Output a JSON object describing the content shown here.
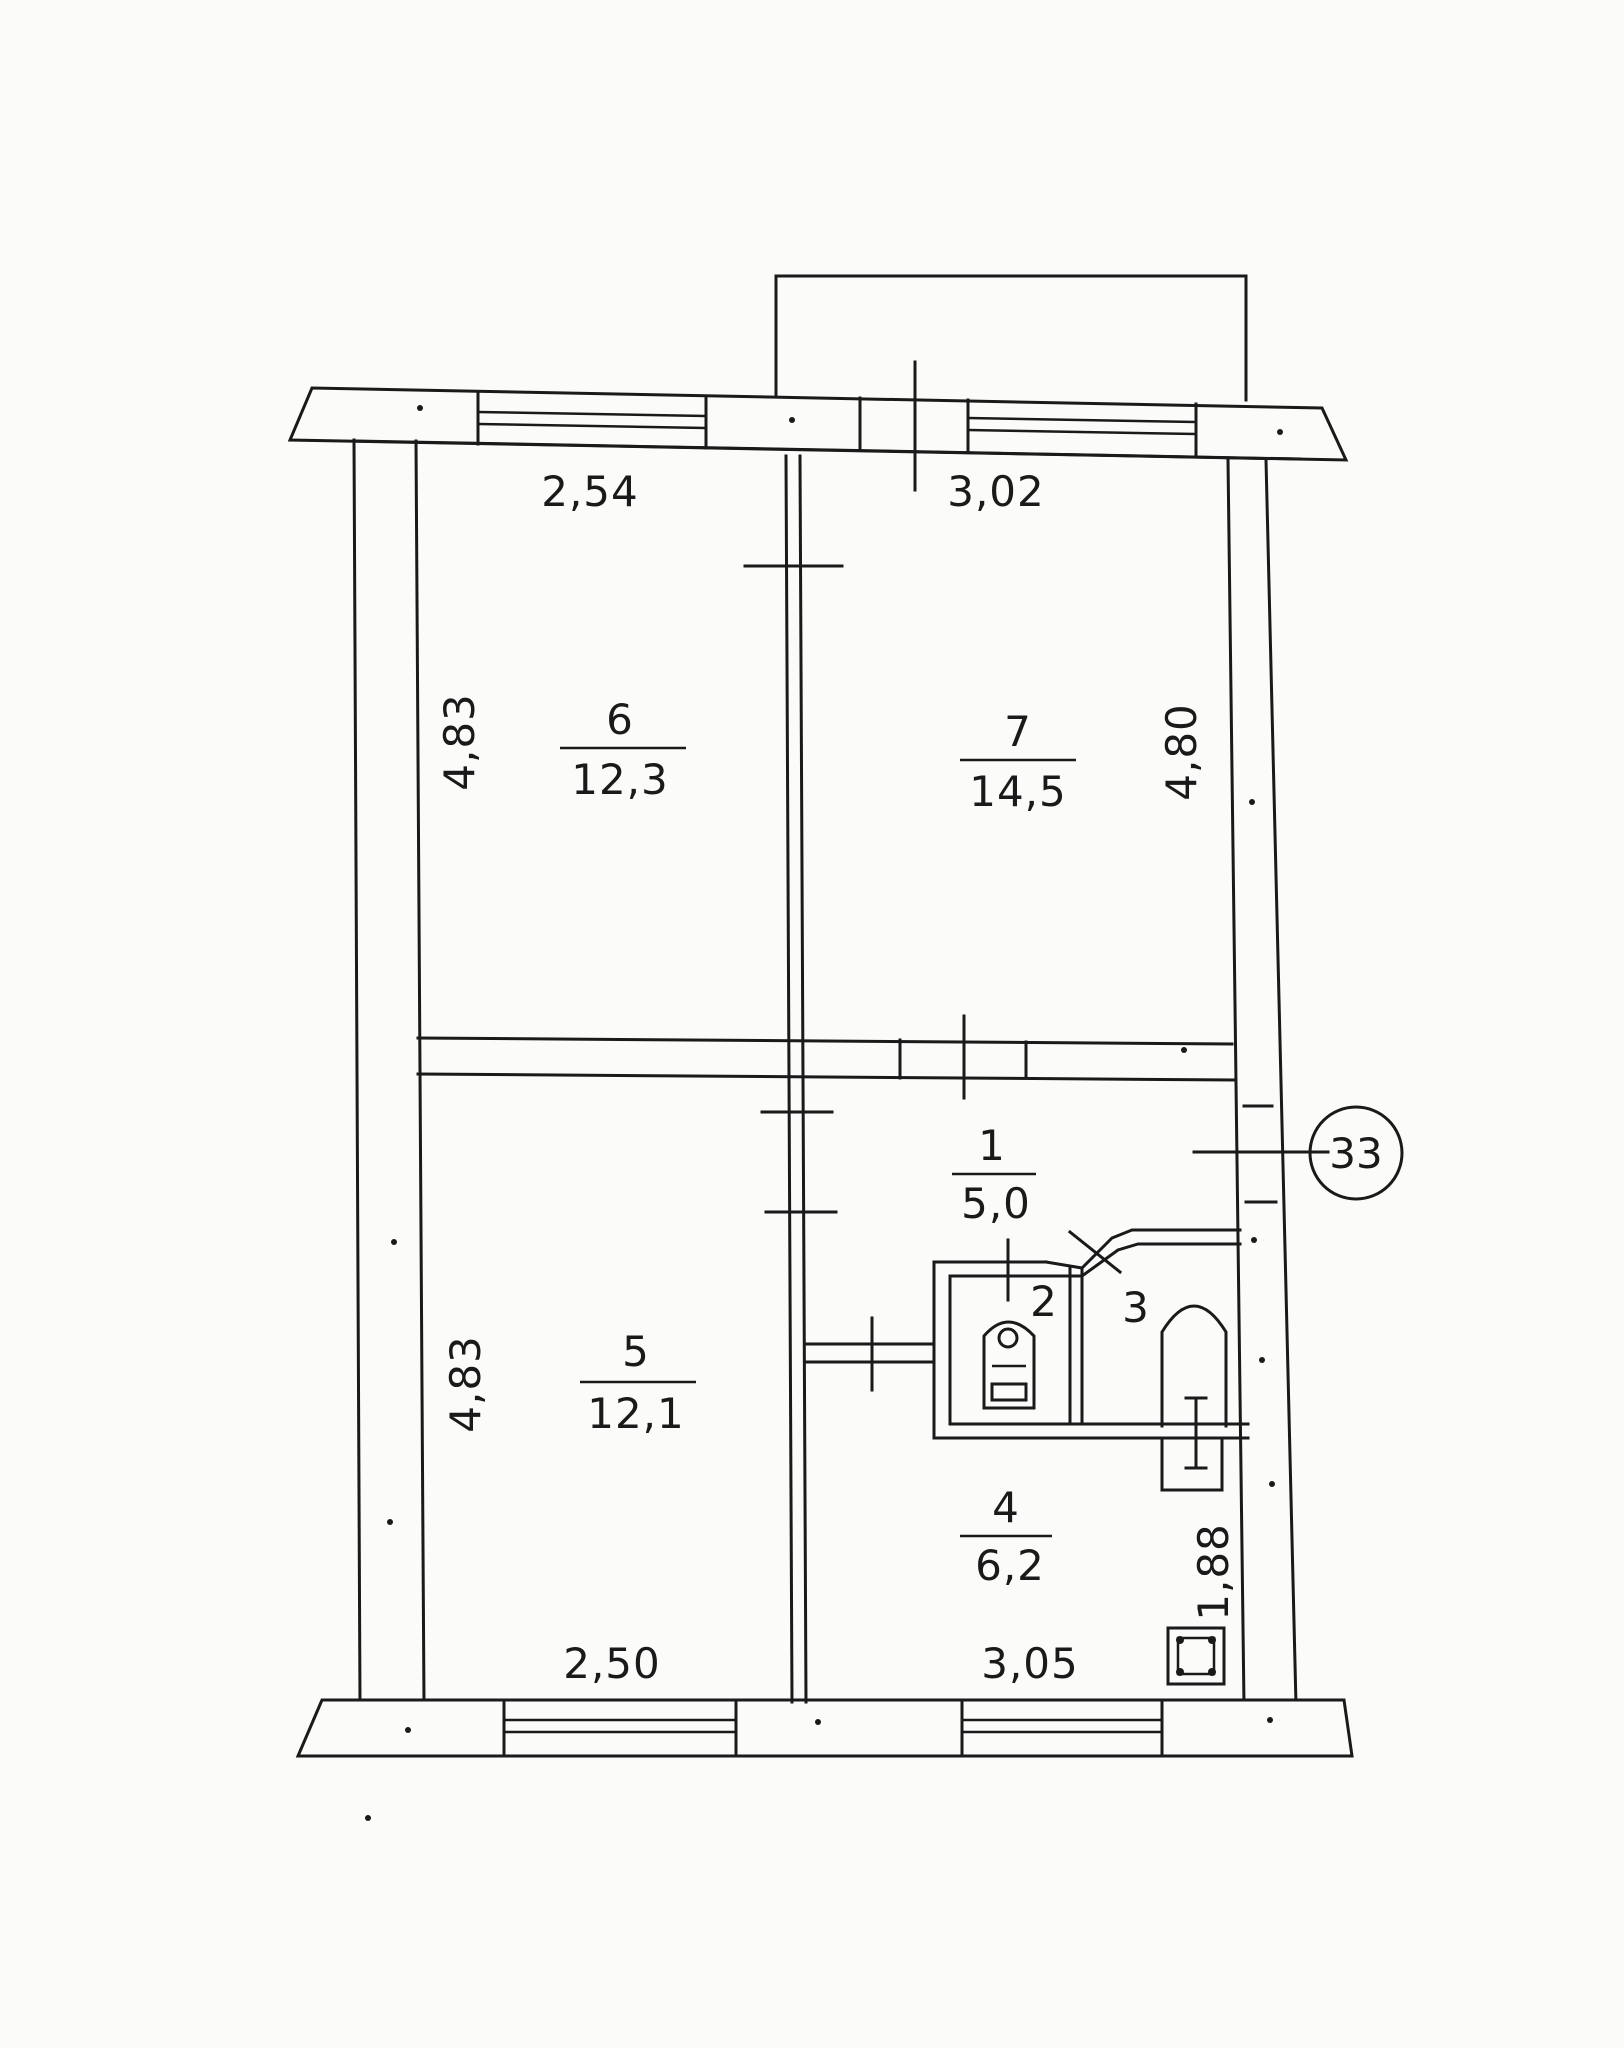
{
  "plan": {
    "rooms": [
      {
        "number": "6",
        "area": "12,3"
      },
      {
        "number": "7",
        "area": "14,5"
      },
      {
        "number": "1",
        "area": "5,0"
      },
      {
        "number": "5",
        "area": "12,1"
      },
      {
        "number": "4",
        "area": "6,2"
      },
      {
        "number": "2",
        "area": ""
      },
      {
        "number": "3",
        "area": ""
      }
    ],
    "dimensions": {
      "top_left_width": "2,54",
      "top_right_width": "3,02",
      "left_upper_height": "4,83",
      "right_upper_height": "4,80",
      "left_lower_height": "4,83",
      "bottom_left_width": "2,50",
      "bottom_right_width": "3,05",
      "kitchen_depth": "1,88"
    },
    "marker": "33"
  }
}
